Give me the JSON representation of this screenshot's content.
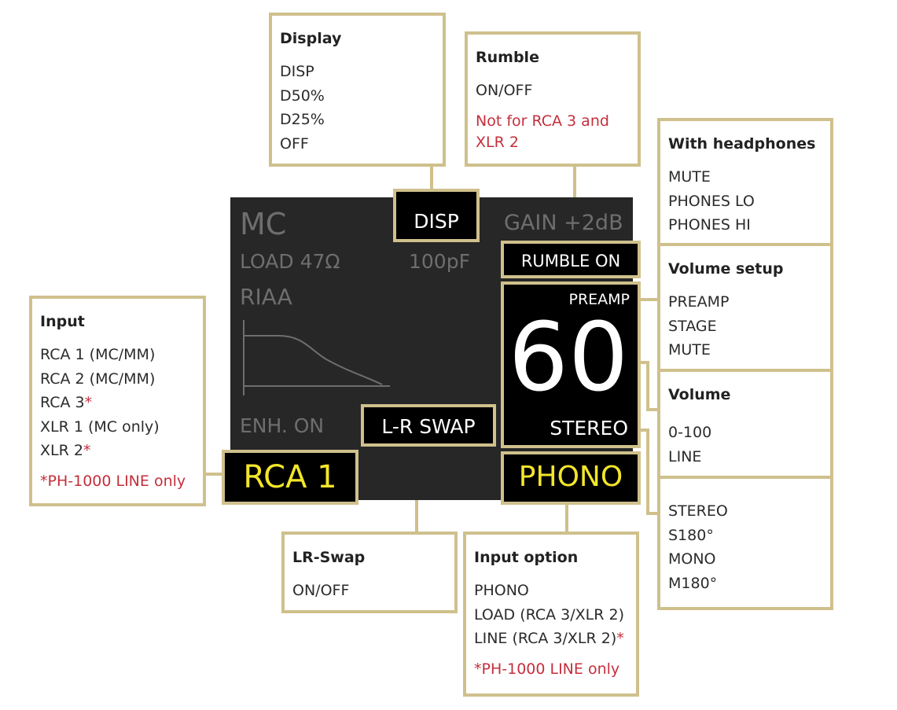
{
  "screen": {
    "mode": "MC",
    "disp": "DISP",
    "gain": "GAIN +2dB",
    "load": "LOAD 47Ω",
    "capacitance": "100pF",
    "rumble": "RUMBLE ON",
    "eq": "RIAA",
    "volume_label": "PREAMP",
    "volume_value": "60",
    "stereo": "STEREO",
    "enhance": "ENH. ON",
    "swap": "L-R SWAP",
    "input": "RCA 1",
    "input_option": "PHONO"
  },
  "colors": {
    "accent": "#cfc08c",
    "screen_bg": "#272727",
    "highlight_text": "#f2e62a",
    "note_red": "#c42f3c"
  },
  "callouts": {
    "display": {
      "title": "Display",
      "items": [
        "DISP",
        "D50%",
        "D25%",
        "OFF"
      ]
    },
    "rumble": {
      "title": "Rumble",
      "items": [
        "ON/OFF"
      ],
      "note": "Not for RCA 3 and XLR 2"
    },
    "headphones": {
      "title": "With headphones",
      "items": [
        "MUTE",
        "PHONES LO",
        "PHONES HI"
      ]
    },
    "volume_setup": {
      "title": "Volume setup",
      "items": [
        "PREAMP",
        "STAGE",
        "MUTE"
      ]
    },
    "volume": {
      "title": "Volume",
      "items": [
        "0-100",
        "LINE"
      ]
    },
    "stereo": {
      "items": [
        "STEREO",
        "S180°",
        "MONO",
        "M180°"
      ]
    },
    "input": {
      "title": "Input",
      "items": [
        "RCA 1 (MC/MM)",
        "RCA 2 (MC/MM)",
        "RCA 3",
        "XLR 1 (MC only)",
        "XLR 2"
      ],
      "asterisk": "*",
      "note": "*PH-1000 LINE only"
    },
    "lr_swap": {
      "title": "LR-Swap",
      "items": [
        "ON/OFF"
      ]
    },
    "input_option": {
      "title": "Input option",
      "items": [
        "PHONO",
        "LOAD (RCA 3/XLR 2)",
        "LINE (RCA 3/XLR 2)"
      ],
      "asterisk": "*",
      "note": "*PH-1000 LINE only"
    }
  }
}
